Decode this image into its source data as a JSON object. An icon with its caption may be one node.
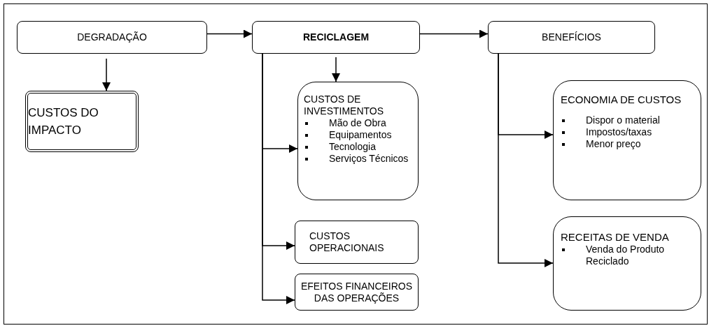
{
  "diagram": {
    "nodes": [
      {
        "text": [
          "DEGRADAÇÃO"
        ]
      },
      {
        "text": [
          "RECICLAGEM"
        ]
      },
      {
        "text": [
          "BENEFÍCIOS"
        ]
      },
      {
        "text": [
          "CUSTOS DO IMPACTO"
        ]
      },
      {
        "text": [
          "CUSTOS DE INVESTIMENTOS",
          "Mão de Obra",
          "Equipamentos",
          "Tecnologia",
          "Serviços Técnicos"
        ]
      },
      {
        "text": [
          "ECONOMIA DE CUSTOS",
          "Dispor o material",
          "Impostos/taxas",
          "Menor preço"
        ]
      },
      {
        "text": [
          "CUSTOS OPERACIONAIS"
        ]
      },
      {
        "text": [
          "EFEITOS FINANCEIROS DAS OPERAÇÕES"
        ]
      },
      {
        "text": [
          "RECEITAS DE VENDA",
          "Venda do Produto Reciclado"
        ]
      }
    ],
    "edges": [
      {
        "from": 0,
        "to": 1,
        "arrow": "to"
      },
      {
        "from": 1,
        "to": 2,
        "arrow": "to"
      },
      {
        "from": 0,
        "to": 3,
        "arrow": "to"
      },
      {
        "from": 1,
        "to": 4,
        "arrow": "to"
      },
      {
        "from": 1,
        "to": 4,
        "arrow": "to"
      },
      {
        "from": 1,
        "to": 6,
        "arrow": "to"
      },
      {
        "from": 1,
        "to": 7,
        "arrow": "to"
      },
      {
        "from": 2,
        "to": 5,
        "arrow": "to"
      },
      {
        "from": 2,
        "to": 8,
        "arrow": "to"
      }
    ]
  }
}
